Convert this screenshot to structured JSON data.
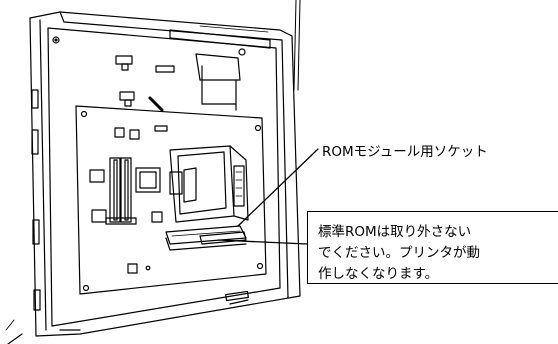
{
  "callout": {
    "socket_label": "ROMモジュール用ソケット"
  },
  "note": {
    "lines": [
      "標準ROMは取り外さない",
      "でください。プリンタが動",
      "作しなくなります。"
    ]
  }
}
